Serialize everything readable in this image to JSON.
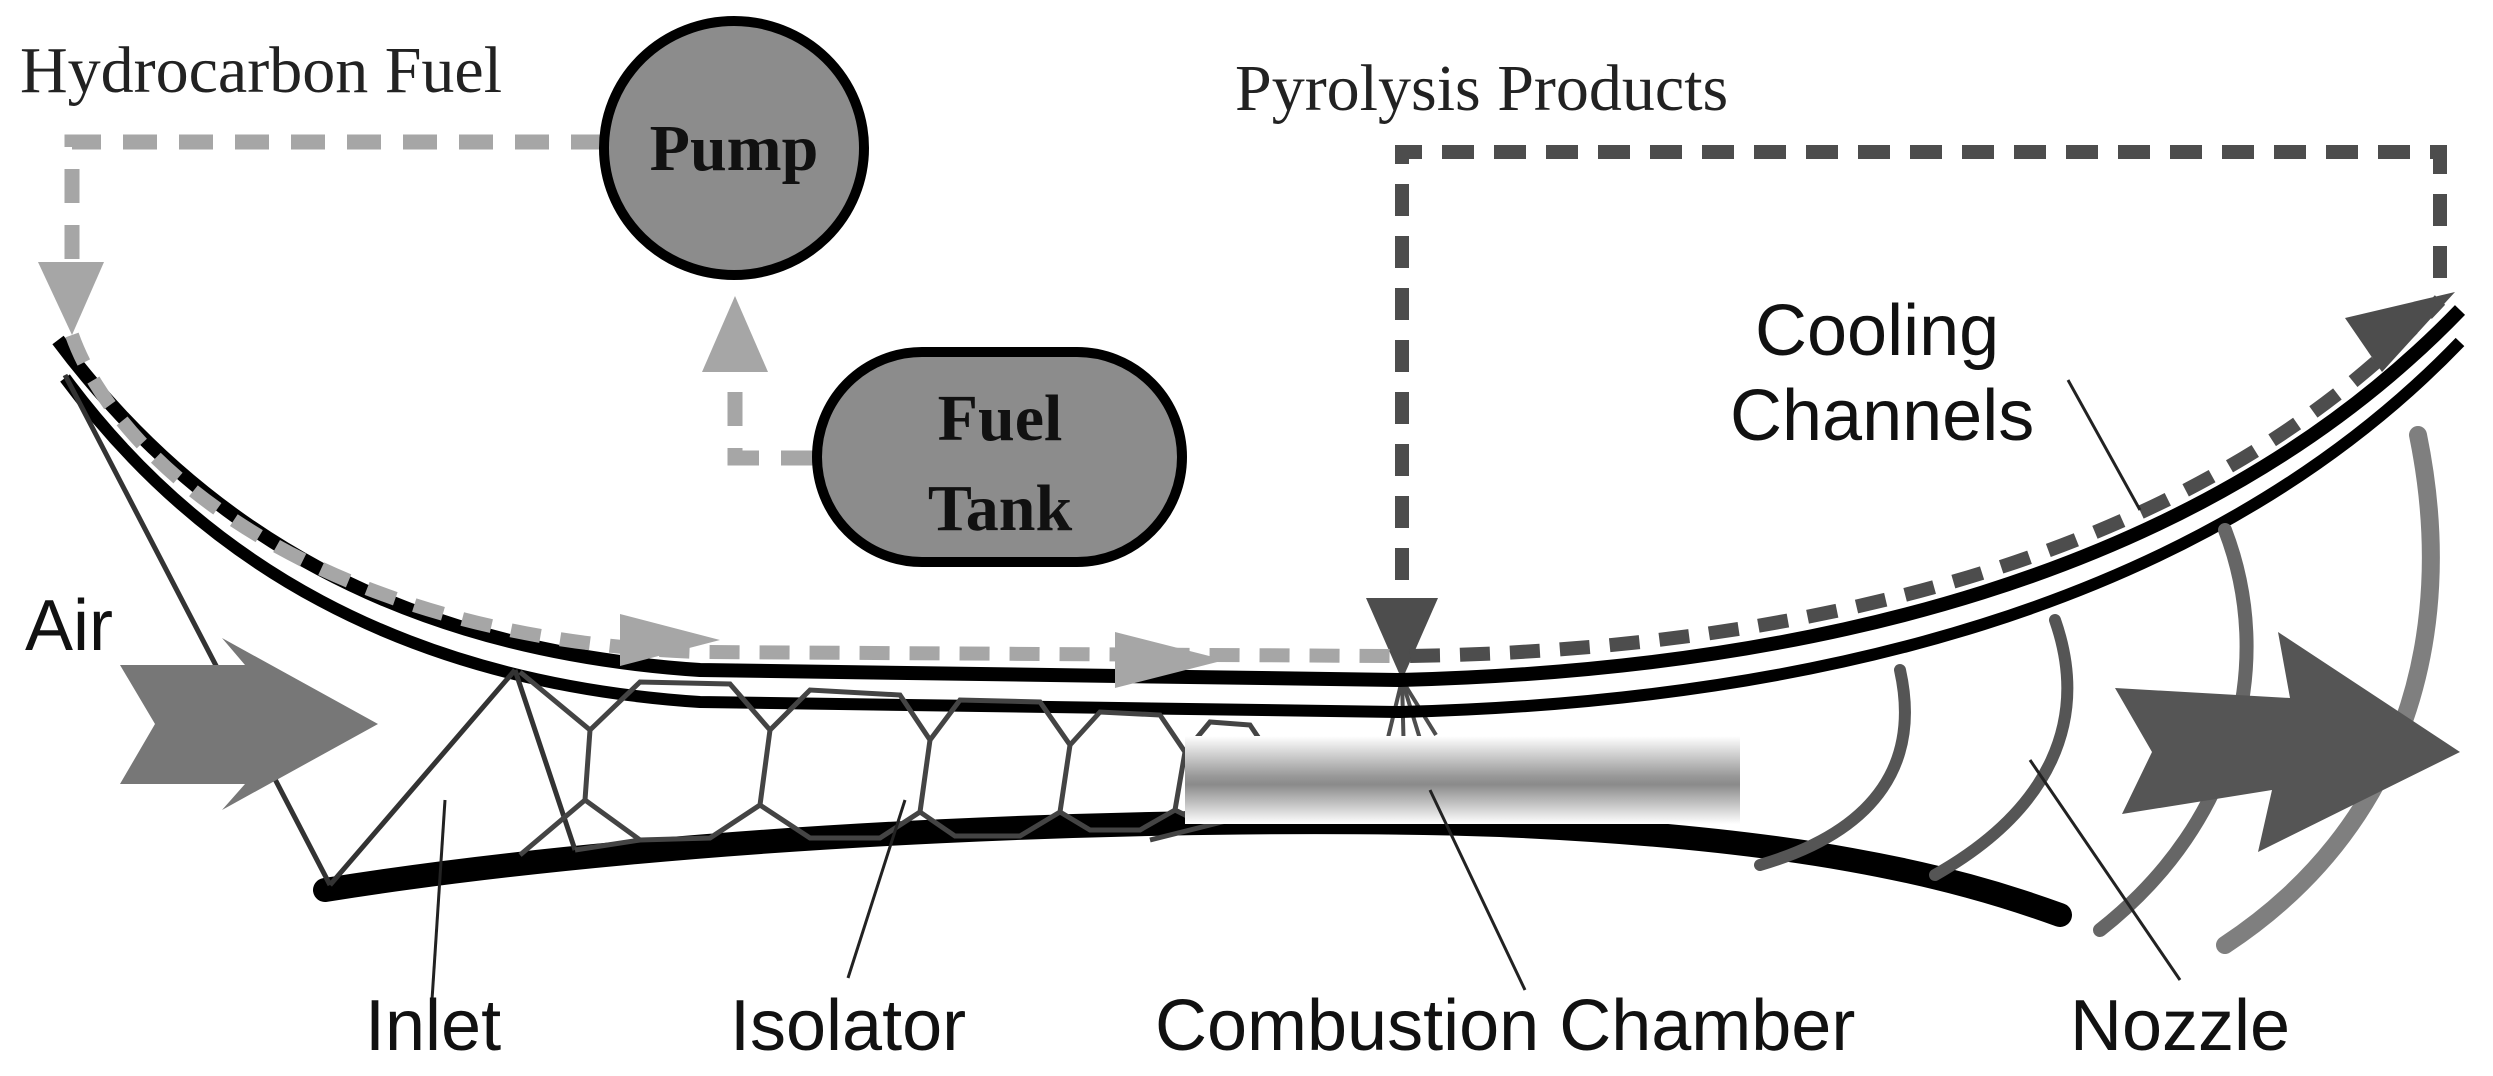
{
  "labels": {
    "hydrocarbon_fuel": "Hydrocarbon Fuel",
    "pyrolysis_products": "Pyrolysis Products",
    "pump": "Pump",
    "fuel_tank_line1": "Fuel",
    "fuel_tank_line2": "Tank",
    "cooling_line1": "Cooling",
    "cooling_line2": "Channels",
    "air": "Air",
    "inlet": "Inlet",
    "isolator": "Isolator",
    "combustion_chamber": "Combustion Chamber",
    "nozzle": "Nozzle"
  },
  "colors": {
    "fuel_flow": "#a6a6a6",
    "product_flow": "#4d4d4d",
    "component_fill": "#8c8c8c",
    "wall": "#000000",
    "air_arrow": "#777777",
    "exhaust_arrow": "#555555",
    "nozzle_arc_light": "#7f7f7f",
    "nozzle_arc_dark": "#555555"
  }
}
